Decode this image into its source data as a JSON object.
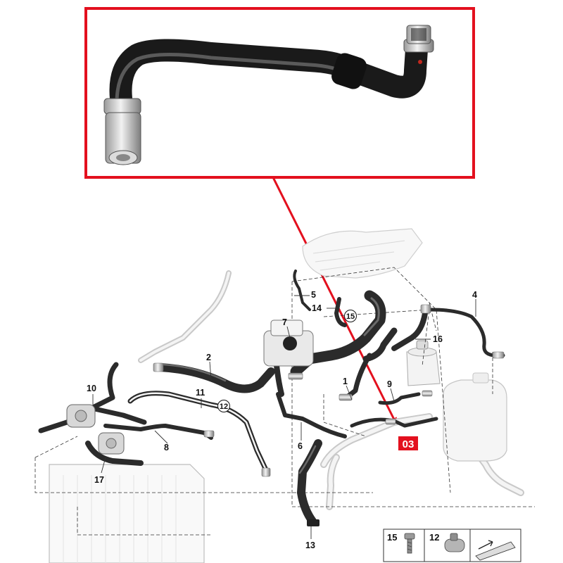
{
  "callouts": [
    "1",
    "2",
    "4",
    "5",
    "6",
    "7",
    "8",
    "9",
    "10",
    "11",
    "13",
    "14",
    "16",
    "17"
  ],
  "circled_callouts": [
    "12",
    "15"
  ],
  "highlight": {
    "badge_label": "03",
    "color": "#e3101e"
  },
  "legend": {
    "items": [
      {
        "number": "15",
        "icon": "screw-icon"
      },
      {
        "number": "12",
        "icon": "hose-clip-icon"
      },
      {
        "icon": "wedge-arrow-icon"
      }
    ]
  },
  "colors": {
    "hose": "#2b2b2b",
    "highlight_frame": "#e3101e",
    "ghost_parts": "#c9c9c9"
  }
}
